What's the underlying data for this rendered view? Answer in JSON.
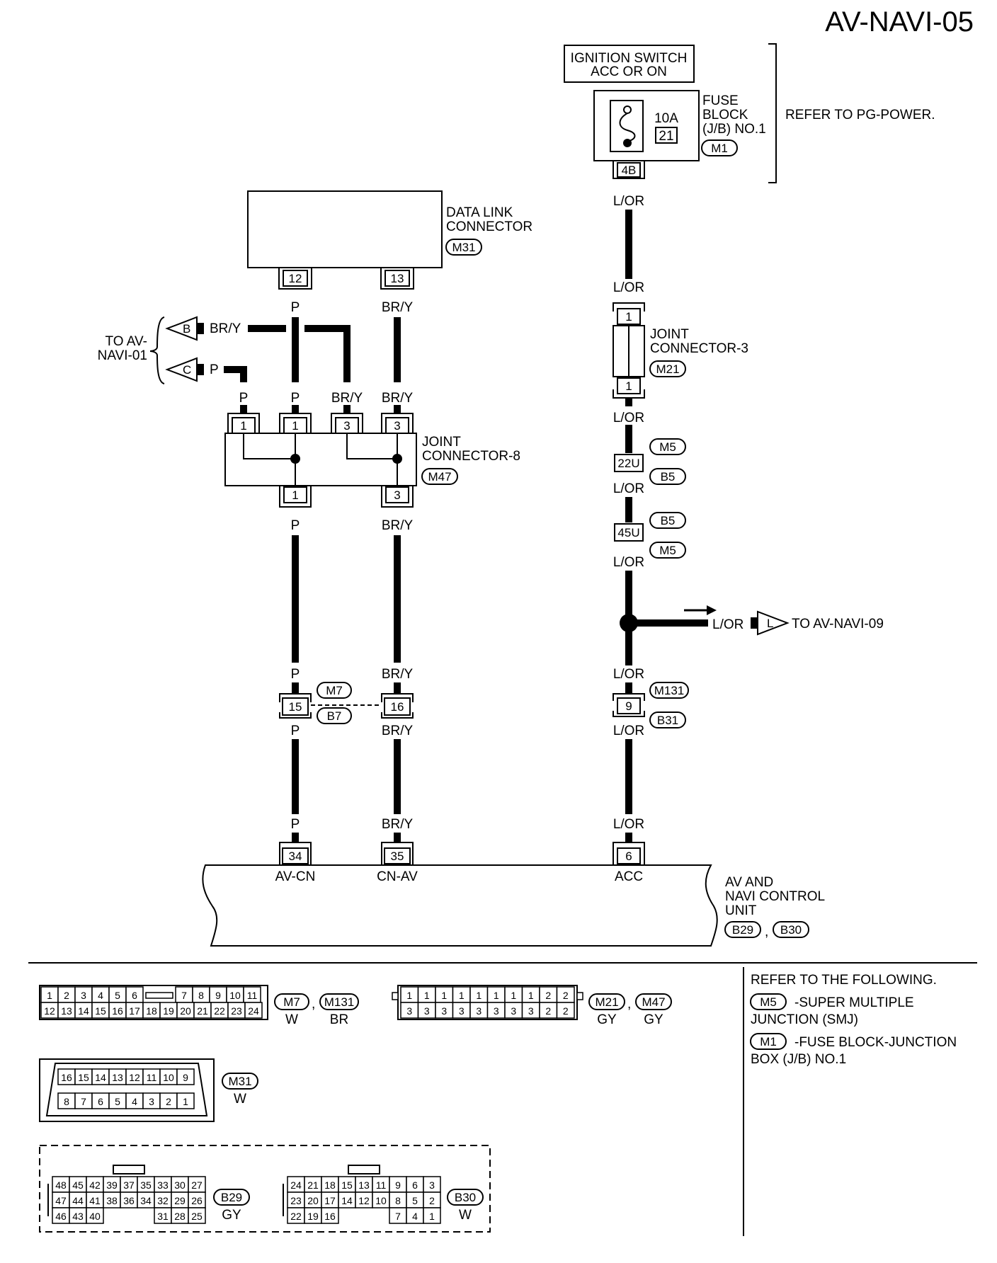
{
  "page_title": "AV-NAVI-05",
  "power": {
    "ignition_line1": "IGNITION SWITCH",
    "ignition_line2": "ACC OR ON",
    "fuse_block_line1": "FUSE",
    "fuse_block_line2": "BLOCK",
    "fuse_block_line3": "(J/B) NO.1",
    "fuse_amps": "10A",
    "fuse_no": "21",
    "fuse_connector": "M1",
    "fuse_pin": "4B",
    "refer": "REFER TO PG-POWER."
  },
  "dlc": {
    "line1": "DATA LINK",
    "line2": "CONNECTOR",
    "connector": "M31",
    "pin_left": "12",
    "pin_right": "13"
  },
  "to_av_navi01": {
    "line1": "TO AV-",
    "line2": "NAVI-01",
    "b_label": "B",
    "c_label": "C"
  },
  "jc8": {
    "line1": "JOINT",
    "line2": "CONNECTOR-8",
    "connector": "M47",
    "top_pins": [
      "1",
      "1",
      "3",
      "3"
    ],
    "bottom_pins": [
      "1",
      "3"
    ]
  },
  "jc3": {
    "line1": "JOINT",
    "line2": "CONNECTOR-3",
    "connector": "M21",
    "pin_top": "1",
    "pin_bottom": "1"
  },
  "wires": {
    "p": "P",
    "bry": "BR/Y",
    "lor": "L/OR"
  },
  "smj": {
    "pin_22u": "22U",
    "pin_45u": "45U",
    "m5": "M5",
    "b5": "B5"
  },
  "to_av_navi09": {
    "arrow_label": "L",
    "text": "TO AV-NAVI-09"
  },
  "inline_connectors": {
    "m7": "M7",
    "b7": "B7",
    "m131": "M131",
    "b31": "B31",
    "pin15": "15",
    "pin16": "16",
    "pin9": "9"
  },
  "unit": {
    "line1": "AV AND",
    "line2": "NAVI CONTROL",
    "line3": "UNIT",
    "connector1": "B29",
    "connector2": "B30",
    "comma": ",",
    "pin34": "34",
    "pin35": "35",
    "pin6": "6",
    "name34": "AV-CN",
    "name35": "CN-AV",
    "name6": "ACC"
  },
  "legend": {
    "refer_title": "REFER TO THE FOLLOWING.",
    "m5_badge": "M5",
    "m5_line1": "-SUPER MULTIPLE",
    "m5_line2": "JUNCTION (SMJ)",
    "m1_badge": "M1",
    "m1_line1": "-FUSE BLOCK-JUNCTION",
    "m1_line2": "BOX (J/B) NO.1"
  },
  "conn_views": {
    "m7_m131": {
      "row1": [
        "1",
        "2",
        "3",
        "4",
        "5",
        "6",
        "7",
        "8",
        "9",
        "10",
        "11"
      ],
      "row2": [
        "12",
        "13",
        "14",
        "15",
        "16",
        "17",
        "18",
        "19",
        "20",
        "21",
        "22",
        "23",
        "24"
      ],
      "badge1": "M7",
      "badge2": "M131",
      "color1": "W",
      "color2": "BR"
    },
    "m21_m47": {
      "row1": [
        "1",
        "1",
        "1",
        "1",
        "1",
        "1",
        "1",
        "1",
        "2",
        "2"
      ],
      "row2": [
        "3",
        "3",
        "3",
        "3",
        "3",
        "3",
        "3",
        "3",
        "2",
        "2"
      ],
      "badge1": "M21",
      "badge2": "M47",
      "color1": "GY",
      "color2": "GY"
    },
    "m31": {
      "row1": [
        "16",
        "15",
        "14",
        "13",
        "12",
        "11",
        "10",
        "9"
      ],
      "row2": [
        "8",
        "7",
        "6",
        "5",
        "4",
        "3",
        "2",
        "1"
      ],
      "badge": "M31",
      "color": "W"
    },
    "b29": {
      "row1": [
        "48",
        "45",
        "42",
        "39",
        "37",
        "35",
        "33",
        "30",
        "27"
      ],
      "row2": [
        "47",
        "44",
        "41",
        "38",
        "36",
        "34",
        "32",
        "29",
        "26"
      ],
      "row3a": [
        "46",
        "43",
        "40"
      ],
      "row3b": [
        "31",
        "28",
        "25"
      ],
      "badge": "B29",
      "color": "GY"
    },
    "b30": {
      "row1": [
        "24",
        "21",
        "18",
        "15",
        "13",
        "11",
        "9",
        "6",
        "3"
      ],
      "row2": [
        "23",
        "20",
        "17",
        "14",
        "12",
        "10",
        "8",
        "5",
        "2"
      ],
      "row3a": [
        "22",
        "19",
        "16"
      ],
      "row3b": [
        "7",
        "4",
        "1"
      ],
      "badge": "B30",
      "color": "W"
    }
  }
}
